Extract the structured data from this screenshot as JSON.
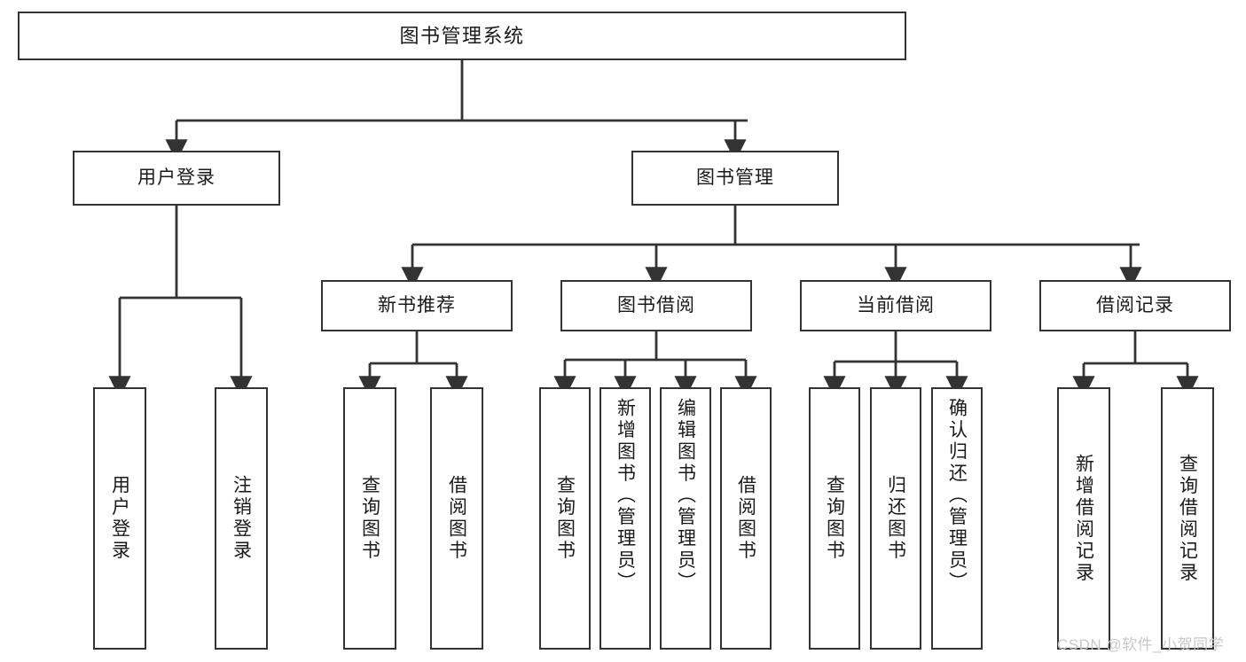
{
  "diagram": {
    "title": "图书管理系统",
    "watermark": "CSDN @软件_小贺同学",
    "colors": {
      "border": "#333333",
      "background": "#ffffff",
      "text": "#1a1a1a",
      "watermark": "#c8c8c8"
    },
    "root": {
      "label": "图书管理系统"
    },
    "level2": [
      {
        "label": "用户登录"
      },
      {
        "label": "图书管理"
      }
    ],
    "level3": [
      {
        "label": "新书推荐"
      },
      {
        "label": "图书借阅"
      },
      {
        "label": "当前借阅"
      },
      {
        "label": "借阅记录"
      }
    ],
    "leaves": {
      "user_login": [
        {
          "label": "用户登录"
        },
        {
          "label": "注销登录"
        }
      ],
      "new_book_recommend": [
        {
          "label": "查询图书"
        },
        {
          "label": "借阅图书"
        }
      ],
      "book_borrow": [
        {
          "label": "查询图书"
        },
        {
          "label": "新增图书（管理员）"
        },
        {
          "label": "编辑图书（管理员）"
        },
        {
          "label": "借阅图书"
        }
      ],
      "current_borrow": [
        {
          "label": "查询图书"
        },
        {
          "label": "归还图书"
        },
        {
          "label": "确认归还（管理员）"
        }
      ],
      "borrow_record": [
        {
          "label": "新增借阅记录"
        },
        {
          "label": "查询借阅记录"
        }
      ]
    }
  }
}
